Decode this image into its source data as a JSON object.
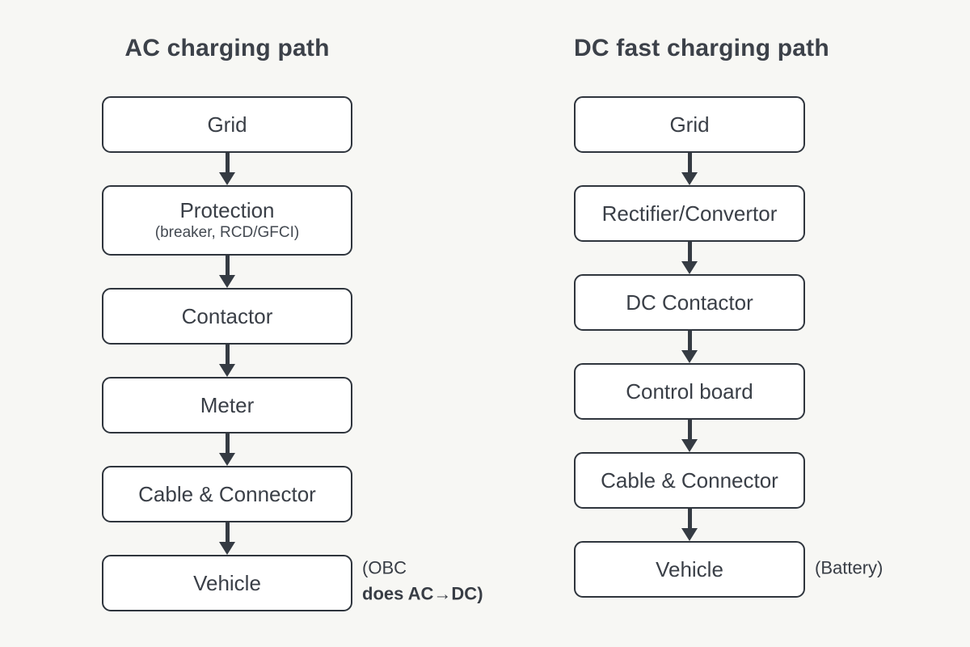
{
  "colors": {
    "background": "#f7f7f4",
    "box_fill": "#ffffff",
    "box_border": "#2f353d",
    "text": "#3a3f47",
    "arrow": "#353b43"
  },
  "columns": [
    {
      "title": "AC charging path",
      "nodes": [
        {
          "label": "Grid"
        },
        {
          "label": "Protection",
          "sublabel": "(breaker, RCD/GFCI)"
        },
        {
          "label": "Contactor"
        },
        {
          "label": "Meter"
        },
        {
          "label": "Cable & Connector"
        },
        {
          "label": "Vehicle",
          "annotation": {
            "line1": "(OBC",
            "line2": "does AC→DC)"
          }
        }
      ]
    },
    {
      "title": "DC fast charging path",
      "nodes": [
        {
          "label": "Grid"
        },
        {
          "label": "Rectifier/Convertor"
        },
        {
          "label": "DC Contactor"
        },
        {
          "label": "Control board"
        },
        {
          "label": "Cable & Connector"
        },
        {
          "label": "Vehicle",
          "annotation": {
            "line1": "(Battery)"
          }
        }
      ]
    }
  ]
}
